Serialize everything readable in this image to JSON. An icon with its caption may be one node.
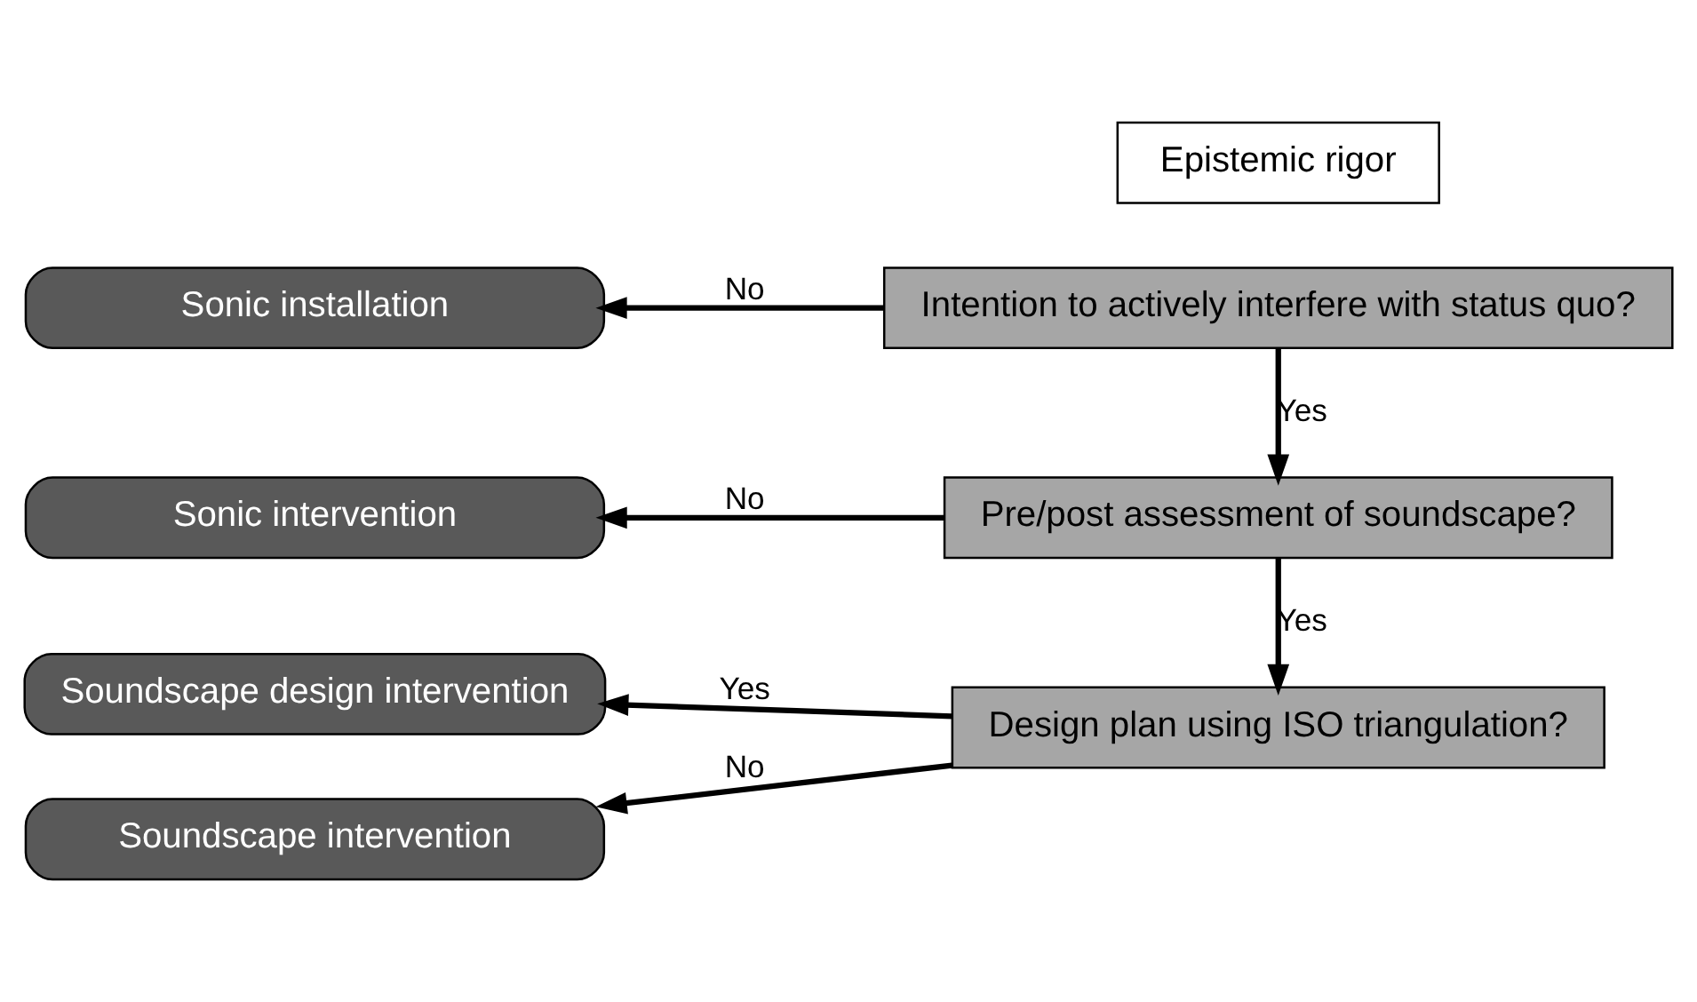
{
  "diagram": {
    "nodes": [
      {
        "text": [
          "Soundscape design intervention"
        ]
      },
      {
        "text": [
          "Soundscape intervention"
        ]
      },
      {
        "text": [
          "Sonic intervention"
        ]
      },
      {
        "text": [
          "Sonic installation"
        ]
      },
      {
        "text": [
          "Design plan using ISO triangulation?"
        ]
      },
      {
        "text": [
          "Pre/post assessment of soundscape?"
        ]
      },
      {
        "text": [
          "Intention to actively interfere with status quo?"
        ]
      },
      {
        "text": [
          "Epistemic rigor"
        ]
      }
    ],
    "edges": [
      {
        "from": 4,
        "to": 0,
        "arrow": "to",
        "label": "Yes"
      },
      {
        "from": 4,
        "to": 1,
        "arrow": "to",
        "label": "No"
      },
      {
        "from": 5,
        "to": 4,
        "arrow": "to",
        "label": "Yes"
      },
      {
        "from": 5,
        "to": 2,
        "arrow": "to",
        "label": "No"
      },
      {
        "from": 6,
        "to": 5,
        "arrow": "to",
        "label": "Yes"
      },
      {
        "from": 6,
        "to": 3,
        "arrow": "to",
        "label": "No"
      }
    ]
  }
}
